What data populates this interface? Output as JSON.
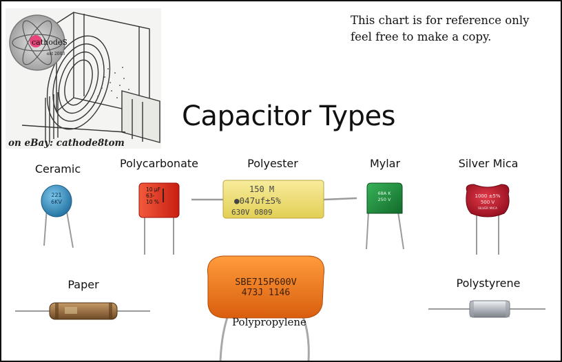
{
  "note": {
    "line1": "This chart is for reference only",
    "line2": "feel free to make a copy."
  },
  "title": "Capacitor Types",
  "watermark": {
    "logo_text": "cathodeS",
    "logo_year": "est 2003",
    "ebay_text": "on eBay: cathode8tom"
  },
  "capacitors": [
    {
      "id": "ceramic",
      "label": "Ceramic",
      "markings": [
        "221",
        "6KV"
      ]
    },
    {
      "id": "polycarbonate",
      "label": "Polycarbonate",
      "markings": [
        "10 µF",
        "63-",
        "10 %"
      ]
    },
    {
      "id": "polyester",
      "label": "Polyester",
      "markings": [
        "150 M",
        "●047uf±5%",
        "630V   0809"
      ]
    },
    {
      "id": "mylar",
      "label": "Mylar",
      "markings": [
        "68A K",
        "250 V"
      ]
    },
    {
      "id": "silver-mica",
      "label": "Silver Mica",
      "markings": [
        "1000 ±5%",
        "500 V",
        "SILVER MICA"
      ]
    },
    {
      "id": "paper",
      "label": "Paper",
      "markings": []
    },
    {
      "id": "polypropylene",
      "label": "Polypropylene",
      "markings": [
        "SBE715P600V",
        "473J  1146"
      ]
    },
    {
      "id": "polystyrene",
      "label": "Polystyrene",
      "markings": []
    }
  ],
  "colors": {
    "ceramic": "#3a9ccf",
    "polycarbonate": "#e2321f",
    "polyester": "#f1e27a",
    "mylar": "#1f8a3c",
    "silver_mica": "#c41a2c",
    "paper": "#a87a4a",
    "polypropylene": "#f07a1e",
    "polystyrene": "#c9cdd2"
  }
}
